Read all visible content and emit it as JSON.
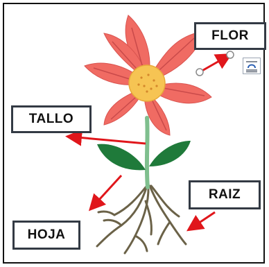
{
  "labels": {
    "flor": "FLOR",
    "tallo": "TALLO",
    "hoja": "HOJA",
    "raiz": "RAIZ"
  },
  "colors": {
    "petal": "#f06b63",
    "petal_dark": "#c94a4a",
    "center": "#f6c453",
    "stem": "#7fbf8e",
    "leaf": "#1f7a3a",
    "root": "#6b6248",
    "arrow": "#e0161b",
    "box_border": "#333a44"
  },
  "icons": [
    "layout-wrap-icon",
    "selection-handle-icon"
  ]
}
